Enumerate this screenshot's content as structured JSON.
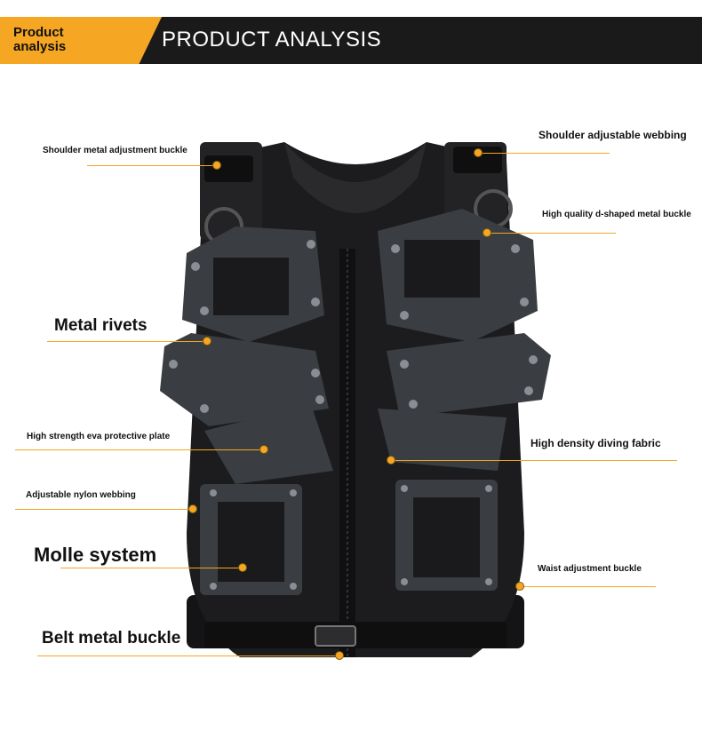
{
  "header": {
    "badge": "Product analysis",
    "title": "PRODUCT ANALYSIS"
  },
  "colors": {
    "accent": "#f5a623",
    "banner": "#1a1a1a",
    "vest": "#1c1c1e",
    "plate": "#3a3d42"
  },
  "callouts": {
    "shoulder_metal_buckle": "Shoulder metal adjustment buckle",
    "shoulder_webbing": "Shoulder adjustable webbing",
    "d_shaped_buckle": "High quality d-shaped metal buckle",
    "metal_rivets": "Metal rivets",
    "eva_plate": "High strength eva protective plate",
    "diving_fabric": "High density diving fabric",
    "nylon_webbing": "Adjustable nylon webbing",
    "molle": "Molle system",
    "waist_buckle": "Waist adjustment buckle",
    "belt_buckle": "Belt metal buckle"
  }
}
